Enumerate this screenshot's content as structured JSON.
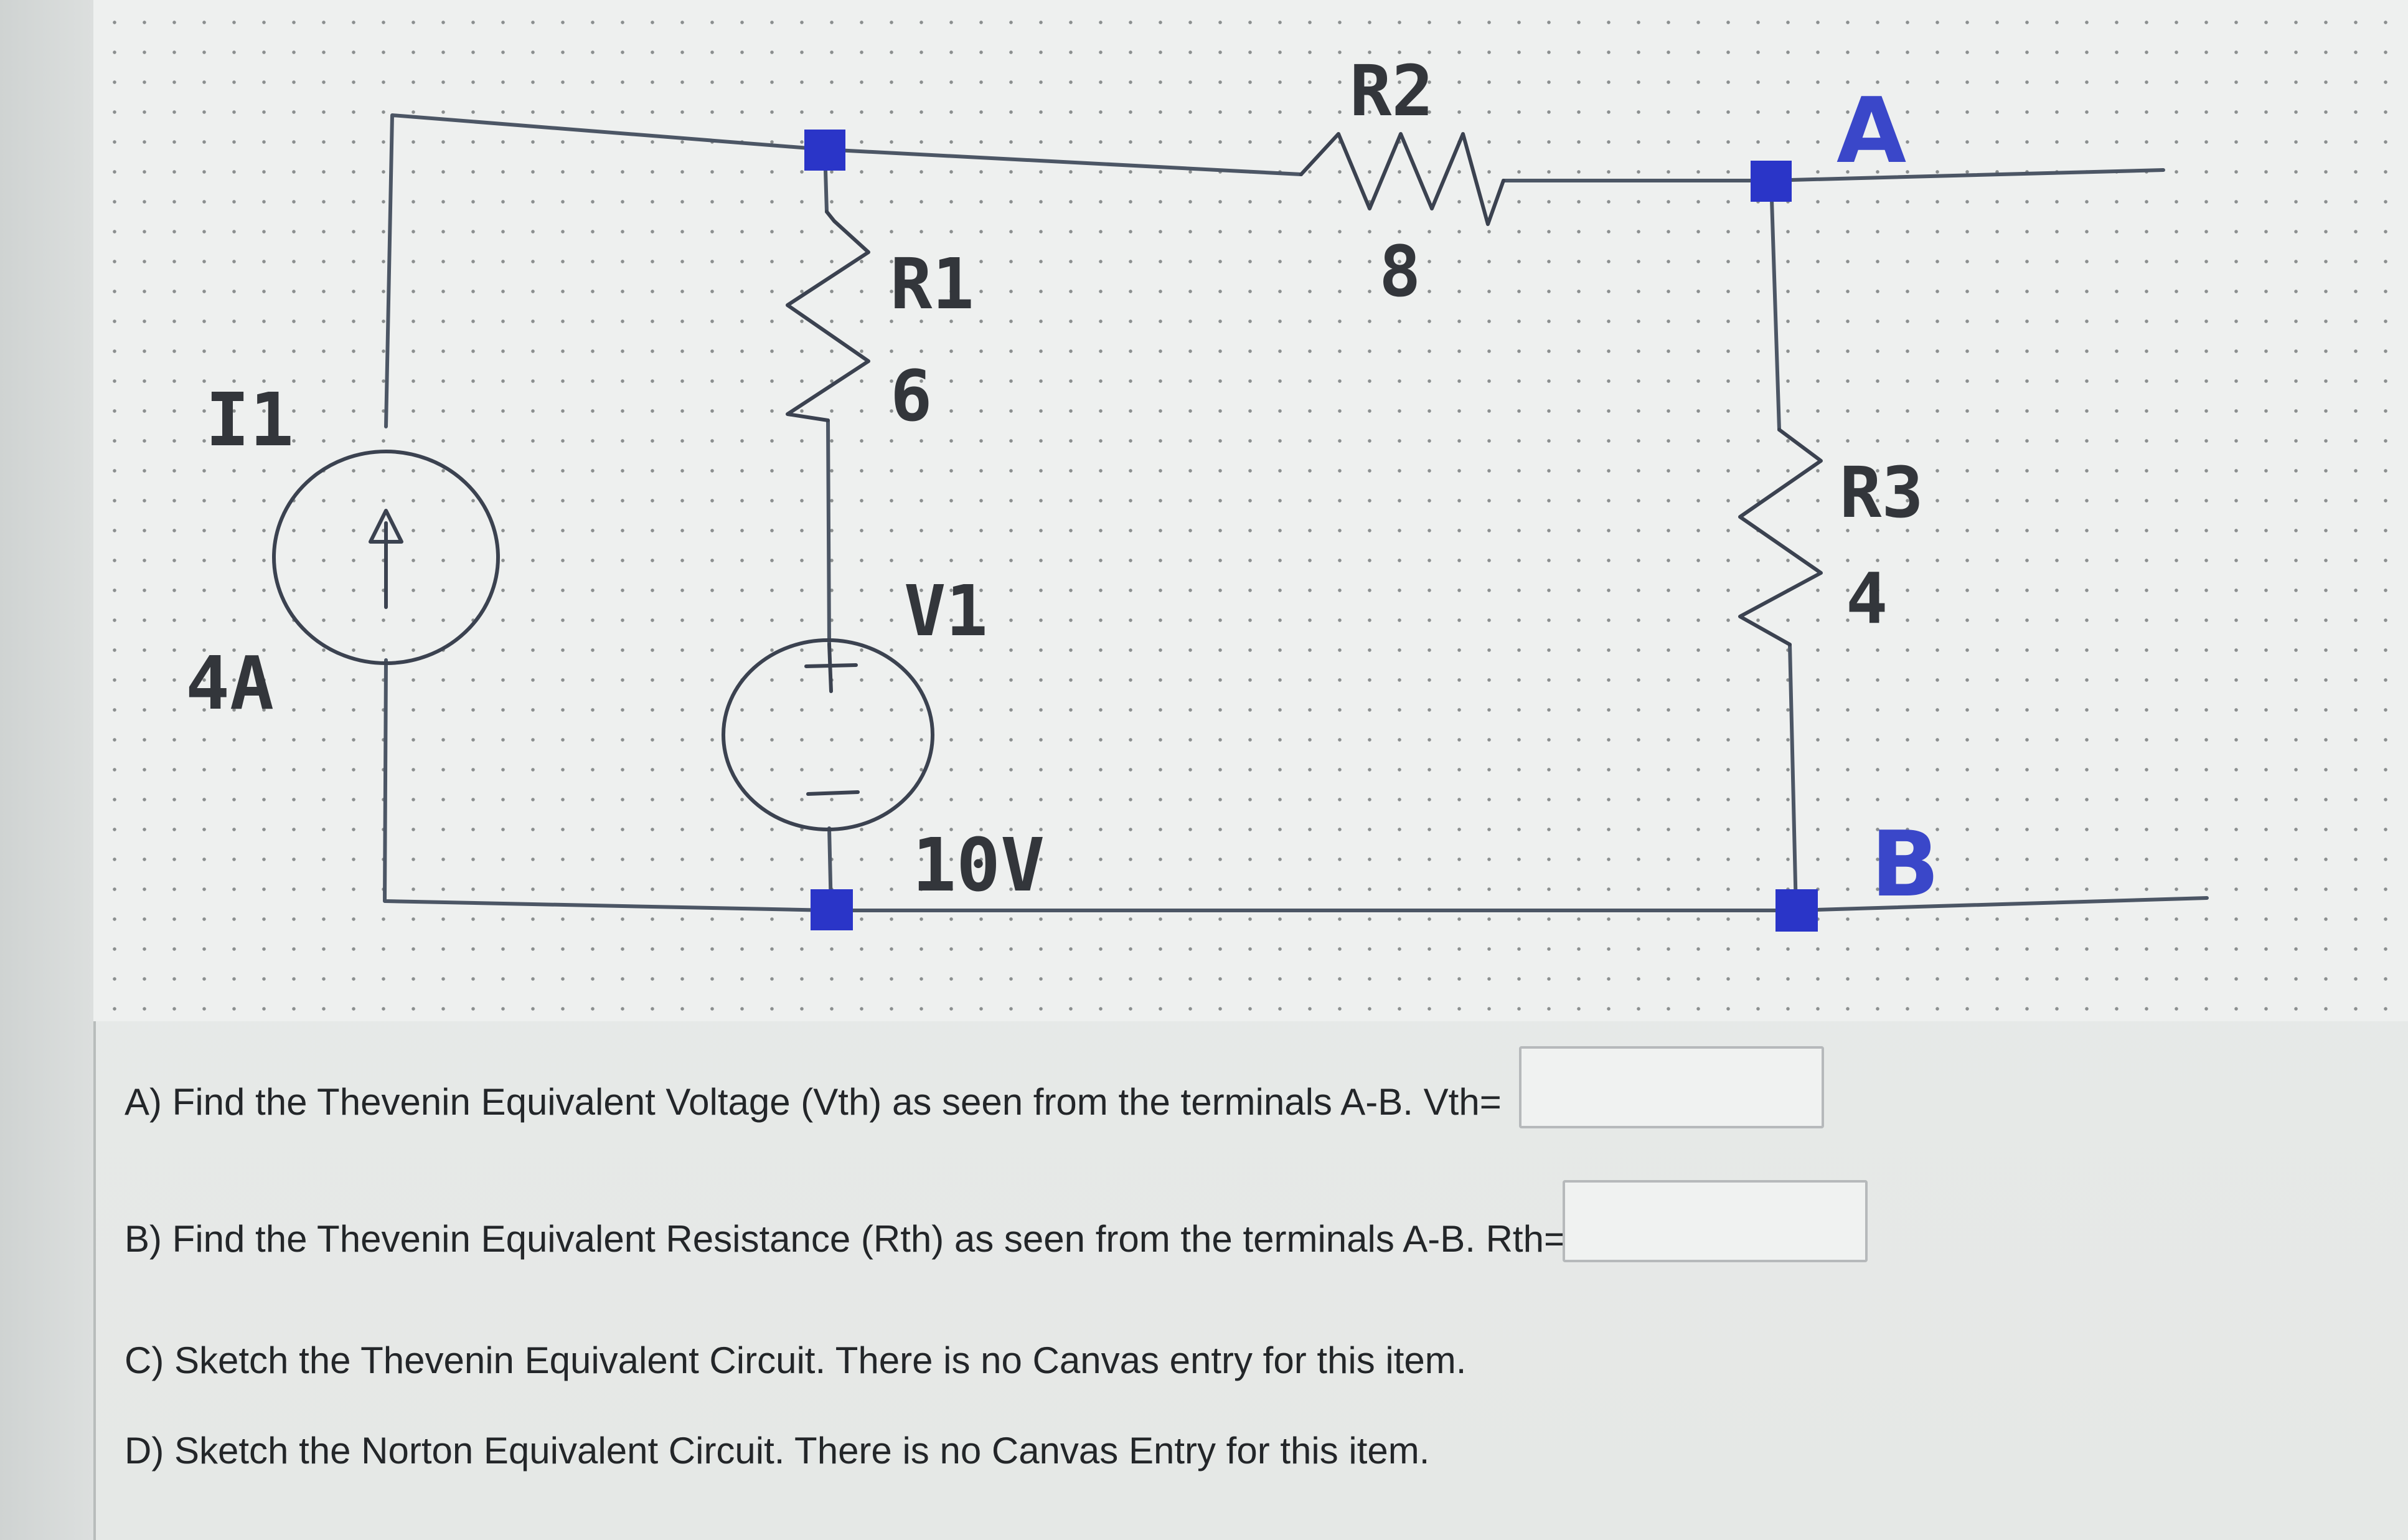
{
  "circuit": {
    "source_current": {
      "name": "I1",
      "value": "4A"
    },
    "resistor_1": {
      "name": "R1",
      "value": "6"
    },
    "resistor_2": {
      "name": "R2",
      "value": "8"
    },
    "resistor_3": {
      "name": "R3",
      "value": "4"
    },
    "source_voltage": {
      "name": "V1",
      "value": "10V"
    },
    "terminal_a": "A",
    "terminal_b": "B"
  },
  "questions": {
    "a": {
      "text": "A) Find the Thevenin Equivalent Voltage (Vth) as seen from the terminals A-B.  Vth=",
      "answer": ""
    },
    "b": {
      "text": "B) Find the Thevenin Equivalent Resistance (Rth) as seen from the terminals A-B. Rth=",
      "answer": ""
    },
    "c": {
      "text": "C) Sketch the Thevenin Equivalent Circuit.   There is no Canvas entry for this item."
    },
    "d": {
      "text": "D) Sketch the Norton Equivalent Circuit.    There is no Canvas Entry for this item."
    }
  },
  "colors": {
    "node": "#2a35c8",
    "terminal_label": "#3a47c9",
    "wire": "#4c5665"
  }
}
